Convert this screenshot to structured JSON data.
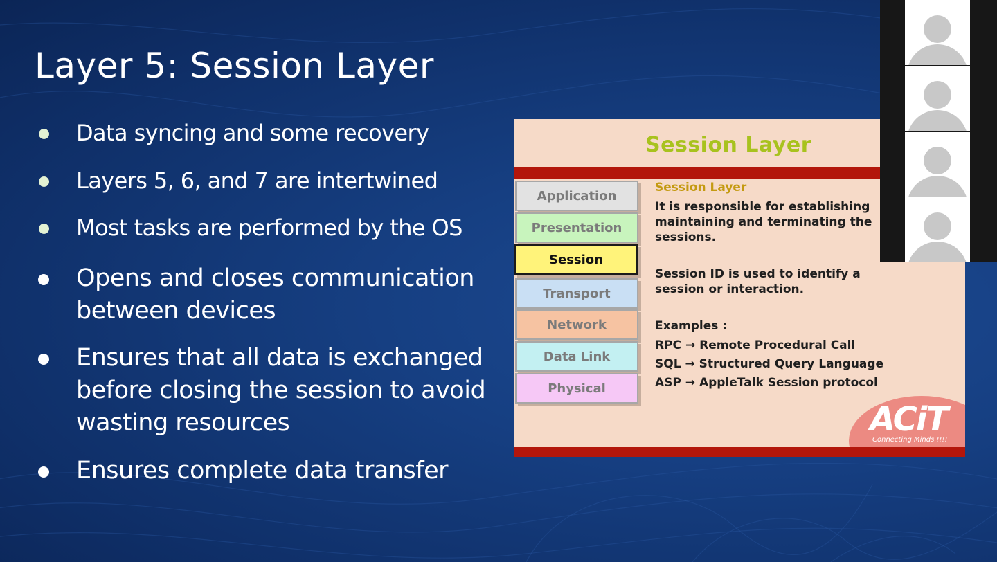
{
  "slide": {
    "title": "Layer 5: Session Layer",
    "bullets": [
      {
        "lines": [
          "Data syncing and some recovery"
        ]
      },
      {
        "lines": [
          "Layers 5, 6, and 7 are intertwined"
        ]
      },
      {
        "lines": [
          "Most tasks are performed by the OS"
        ]
      },
      {
        "lines": [
          "Opens and closes communication",
          "between devices"
        ]
      },
      {
        "lines": [
          "Ensures that all data is exchanged",
          "before closing the session to avoid",
          "wasting resources"
        ]
      },
      {
        "lines": [
          "Ensures complete data transfer"
        ]
      }
    ]
  },
  "embedded_image": {
    "title": "Session Layer",
    "osi_layers": [
      "Application",
      "Presentation",
      "Session",
      "Transport",
      "Network",
      "Data Link",
      "Physical"
    ],
    "active_layer": "Session",
    "layer_colors": [
      "#e2e2e2",
      "#c8f4bd",
      "#fff37a",
      "#c9dff4",
      "#f6c3a2",
      "#c3f0f2",
      "#f6c8f6"
    ],
    "description_heading": "Session Layer",
    "description": [
      "It is responsible for establishing",
      "maintaining and terminating the",
      "sessions."
    ],
    "session_id_note": [
      "Session ID is used to identify a",
      "session or interaction."
    ],
    "examples_heading": "Examples :",
    "examples": [
      "RPC → Remote Procedural Call",
      "SQL → Structured Query Language",
      "ASP → AppleTalk Session protocol"
    ],
    "logo_text": "ACiT",
    "logo_tagline": "Connecting Minds !!!!"
  },
  "participants": {
    "count": 4,
    "avatar_icon": "person-silhouette-icon"
  },
  "colors": {
    "background": "#163f82",
    "title_green": "#a8c21e",
    "red_bar": "#b3160b",
    "embedded_bg": "#f6dac8",
    "heading_gold": "#c49a11"
  }
}
